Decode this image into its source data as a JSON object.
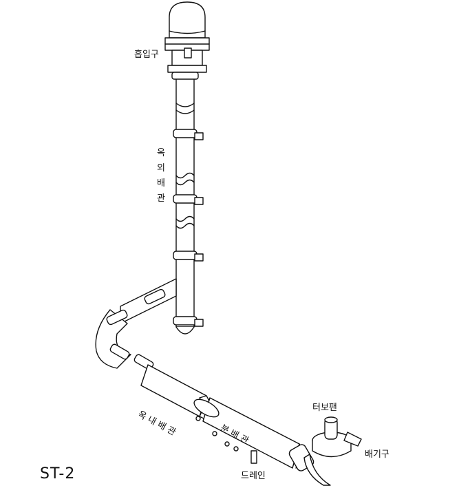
{
  "labels": {
    "intake": "흡입구",
    "outdoor_pipe": [
      "옥",
      "외",
      "배",
      "관"
    ],
    "indoor_pipe": "옥 내 배 관",
    "distribution_pipe": "분 배 관",
    "turbo_fan": "터보팬",
    "exhaust": "배기구",
    "drain": "드레인"
  },
  "title": "ST-2",
  "colors": {
    "stroke": "#111111",
    "fill": "#ffffff"
  }
}
